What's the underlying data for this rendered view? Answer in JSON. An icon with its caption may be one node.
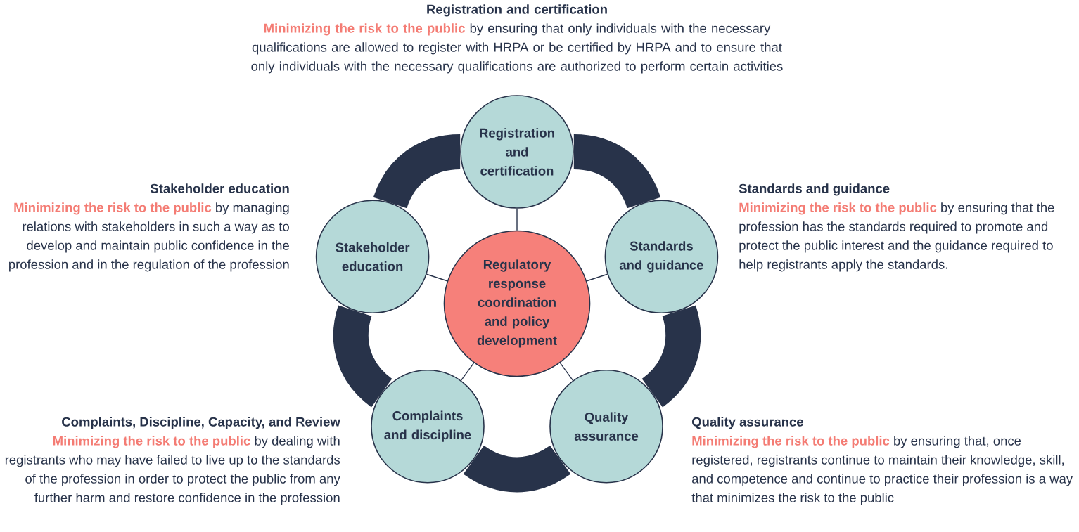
{
  "diagram": {
    "nodes": [
      {
        "text": [
          "Registration and certification"
        ],
        "beside": [
          "Registration and certification",
          "Minimizing the risk to the public",
          "by ensuring that only individuals with the necessary qualifications are allowed to register with HRPA or be certified by HRPA and to ensure that only individuals with the necessary qualifications are authorized to perform certain activities"
        ]
      },
      {
        "text": [
          "Stakeholder education"
        ],
        "beside": [
          "Stakeholder education",
          "Minimizing the risk to the public",
          "by managing relations with stakeholders in such a way as to develop and maintain public confidence in the profession and in the regulation of the profession"
        ]
      },
      {
        "text": [
          "Regulatory response coordination and policy development"
        ]
      },
      {
        "text": [
          "Standards and guidance"
        ],
        "beside": [
          "Standards and guidance",
          "Minimizing the risk to the public",
          "by ensuring that the profession has the standards required to promote and protect the public interest and the guidance required to help registrants apply the standards."
        ]
      },
      {
        "text": [
          "Complaints and discipline"
        ],
        "beside": [
          "Complaints, Discipline, Capacity, and Review",
          "Minimizing the risk to the public",
          "by dealing with registrants who may have failed to live up to the standards of the profession in order to protect the public from any further harm and restore confidence in the profession"
        ]
      },
      {
        "text": [
          "Quality assurance"
        ],
        "beside": [
          "Quality assurance",
          "Minimizing the risk to the public",
          "by ensuring that, once registered, registrants continue to maintain their knowledge, skill, and competence and continue to practice their profession is a way that minimizes the risk to the public"
        ]
      }
    ],
    "edges": [
      {
        "from": 0,
        "to": 3,
        "arrow": "none",
        "style": "thick"
      },
      {
        "from": 3,
        "to": 5,
        "arrow": "none",
        "style": "thick"
      },
      {
        "from": 5,
        "to": 4,
        "arrow": "none",
        "style": "thick"
      },
      {
        "from": 4,
        "to": 1,
        "arrow": "none",
        "style": "thick"
      },
      {
        "from": 1,
        "to": 0,
        "arrow": "none",
        "style": "thick"
      },
      {
        "from": 2,
        "to": 0,
        "arrow": "none"
      },
      {
        "from": 2,
        "to": 3,
        "arrow": "none"
      },
      {
        "from": 2,
        "to": 5,
        "arrow": "none"
      },
      {
        "from": 2,
        "to": 4,
        "arrow": "none"
      },
      {
        "from": 2,
        "to": 1,
        "arrow": "none"
      }
    ]
  }
}
